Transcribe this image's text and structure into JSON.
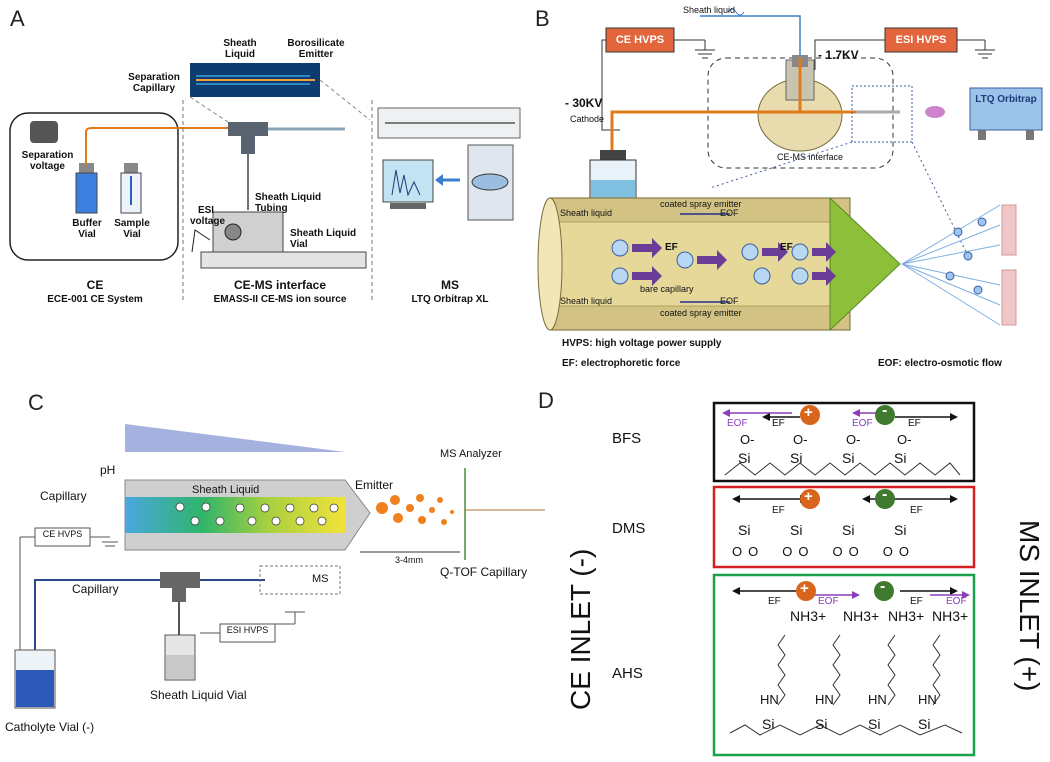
{
  "panels": {
    "a": {
      "letter": "A",
      "sheath_liquid": "Sheath Liquid",
      "borosilicate_emitter": "Borosilicate Emitter",
      "separation_capillary": "Separation Capillary",
      "separation_voltage": "Separation voltage",
      "buffer_vial": "Buffer Vial",
      "sample_vial": "Sample Vial",
      "sheath_liquid_tubing": "Sheath Liquid Tubing",
      "esi_voltage": "ESI voltage",
      "sheath_liquid_vial": "Sheath Liquid Vial",
      "ce_title": "CE",
      "ce_sub": "ECE-001 CE System",
      "iface_title": "CE-MS interface",
      "iface_sub": "EMASS-II CE-MS ion source",
      "ms_title": "MS",
      "ms_sub": "LTQ Orbitrap XL"
    },
    "b": {
      "letter": "B",
      "sheath_liquid": "Sheath liquid",
      "ce_hvps": "CE HVPS",
      "esi_hvps": "ESI HVPS",
      "v_esi": "- 1.7KV",
      "v_ce": "- 30KV",
      "cathode": "Cathode",
      "interface": "CE-MS interface",
      "ltq": "LTQ Orbitrap",
      "coated_top": "coated spray emitter",
      "coated_bottom": "coated spray emitter",
      "sheath_top": "Sheath liquid",
      "sheath_bottom": "Sheath liquid",
      "eof": "EOF",
      "ef": "EF",
      "bare": "bare capillary",
      "legend_hvps": "HVPS: high voltage power supply",
      "legend_ef": "EF: electrophoretic force",
      "legend_eof": "EOF: electro-osmotic flow"
    },
    "c": {
      "letter": "C",
      "ph": "pH",
      "capillary_top": "Capillary",
      "sheath_liquid": "Sheath Liquid",
      "emitter": "Emitter",
      "ms_analyzer": "MS Analyzer",
      "ce_hvps": "CE HVPS",
      "capillary_low": "Capillary",
      "ms": "MS",
      "distance": "3-4mm",
      "qtof": "Q-TOF Capillary",
      "esi_hvps": "ESI HVPS",
      "sheath_vial": "Sheath Liquid Vial",
      "catholyte": "Catholyte Vial (-)"
    },
    "d": {
      "letter": "D",
      "bfs": "BFS",
      "dms": "DMS",
      "ahs": "AHS",
      "ce_inlet": "CE INLET (-)",
      "ms_inlet": "MS INLET (+)",
      "eof": "EOF",
      "ef": "EF",
      "plus": "+",
      "minus": "-",
      "si": "Si",
      "o": "O",
      "o_minus": "O-",
      "nh3": "NH3+",
      "hn": "HN"
    }
  },
  "colors": {
    "bfs_box": "#111111",
    "dms_box": "#d42020",
    "ahs_box": "#1aa04a",
    "plus_ball": "#d9641c",
    "minus_ball": "#3f7a2e",
    "eof_purple": "#8a3fb8",
    "capillary_orange": "#e07b1a",
    "ph_blue": "#7f8fd0"
  }
}
